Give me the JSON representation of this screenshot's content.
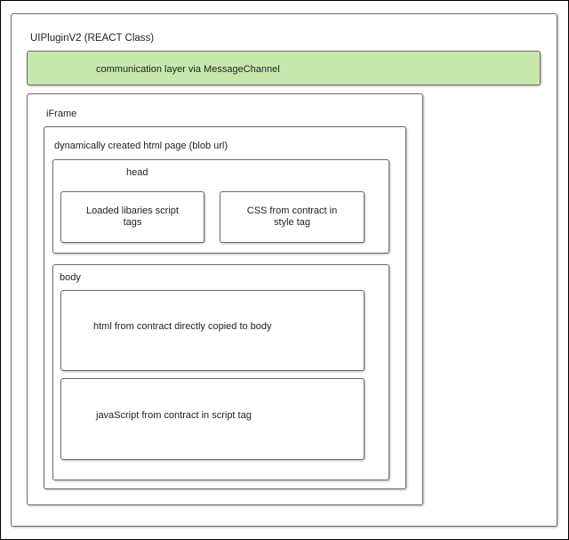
{
  "diagram": {
    "outer": {
      "label": "UIPluginV2 (REACT Class)"
    },
    "communication": {
      "label": "communication layer via MessageChannel",
      "fill_color": "#c7e8ac"
    },
    "iframe": {
      "label": "iFrame"
    },
    "page": {
      "label": "dynamically created html page (blob url)"
    },
    "head": {
      "label": "head",
      "libraries": {
        "line1": "Loaded libaries script",
        "line2": "tags"
      },
      "css": {
        "line1": "CSS from contract in",
        "line2": "style tag"
      }
    },
    "body": {
      "label": "body",
      "html": {
        "label": "html from contract directly copied to body"
      },
      "javascript": {
        "label": "javaScript from contract in script tag"
      }
    }
  }
}
